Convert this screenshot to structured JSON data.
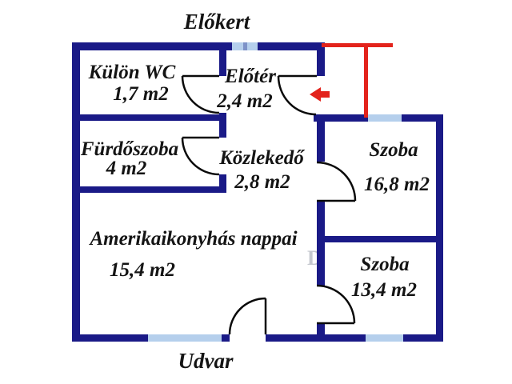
{
  "outside": {
    "top_label": "Előkert",
    "bottom_label": "Udvar"
  },
  "rooms": [
    {
      "id": "kulon-wc",
      "name": "Külön WC",
      "area": "1,7 m2"
    },
    {
      "id": "eloter",
      "name": "Előtér",
      "area": "2,4 m2"
    },
    {
      "id": "furdoszoba",
      "name": "Fürdőszoba",
      "area": "4 m2"
    },
    {
      "id": "kozlekedo",
      "name": "Közlekedő",
      "area": "2,8 m2"
    },
    {
      "id": "szoba-1",
      "name": "Szoba",
      "area": "16,8 m2"
    },
    {
      "id": "nappali",
      "name": "Amerikaikonyhás nappai",
      "area": "15,4 m2"
    },
    {
      "id": "szoba-2",
      "name": "Szoba",
      "area": "13,4 m2"
    }
  ],
  "watermark": "D",
  "colors": {
    "wall": "#1a1a87",
    "window": "#b5cfec",
    "window_mullion": "#7d92c8",
    "entrance_red": "#e3231c",
    "text": "#141414"
  },
  "icons": {
    "entrance_arrow": "left-arrow"
  }
}
